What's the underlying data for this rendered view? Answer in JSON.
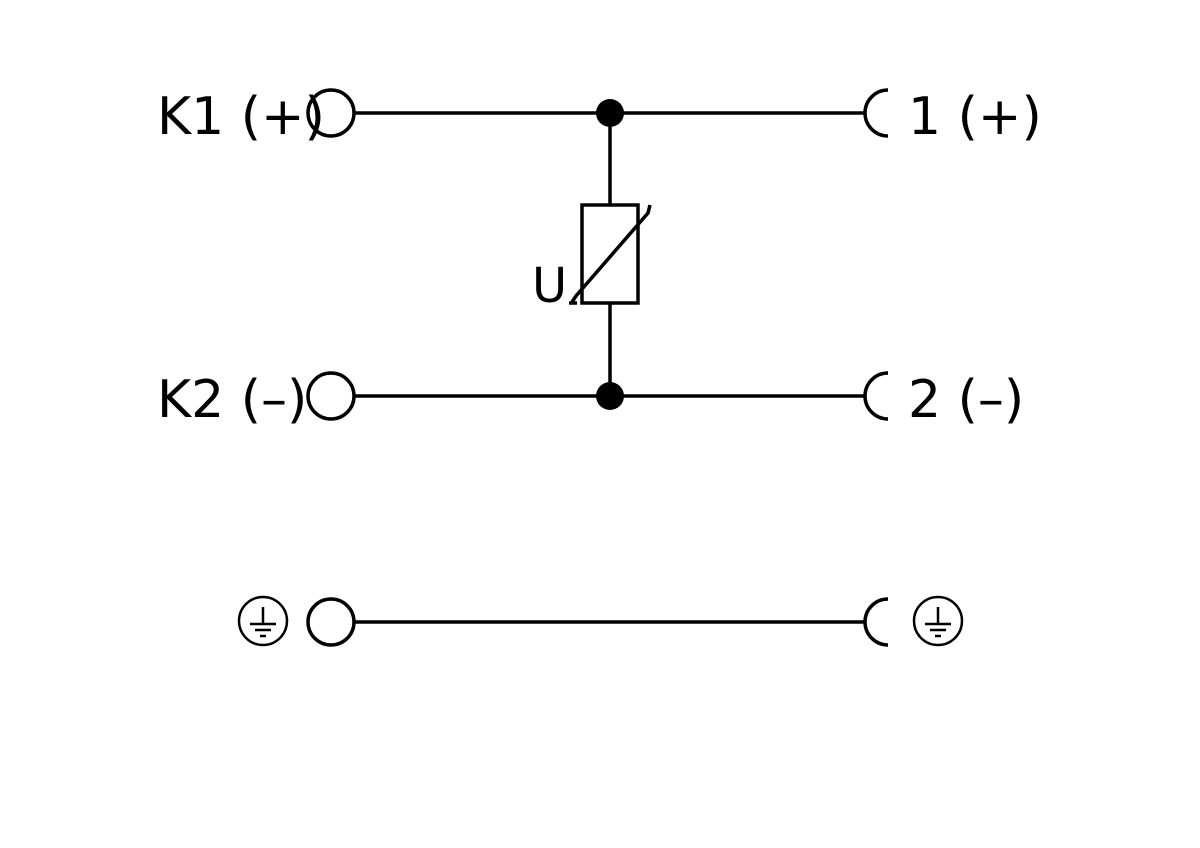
{
  "labels": {
    "k1": "K1 (+)",
    "k2": "K2 (–)",
    "out1": "1 (+)",
    "out2": "2 (–)",
    "component": "U"
  },
  "symbols": {
    "ground_left": "ground-icon",
    "ground_right": "ground-icon",
    "component_type": "varistor-icon"
  },
  "colors": {
    "stroke": "#000000",
    "background": "#ffffff"
  }
}
